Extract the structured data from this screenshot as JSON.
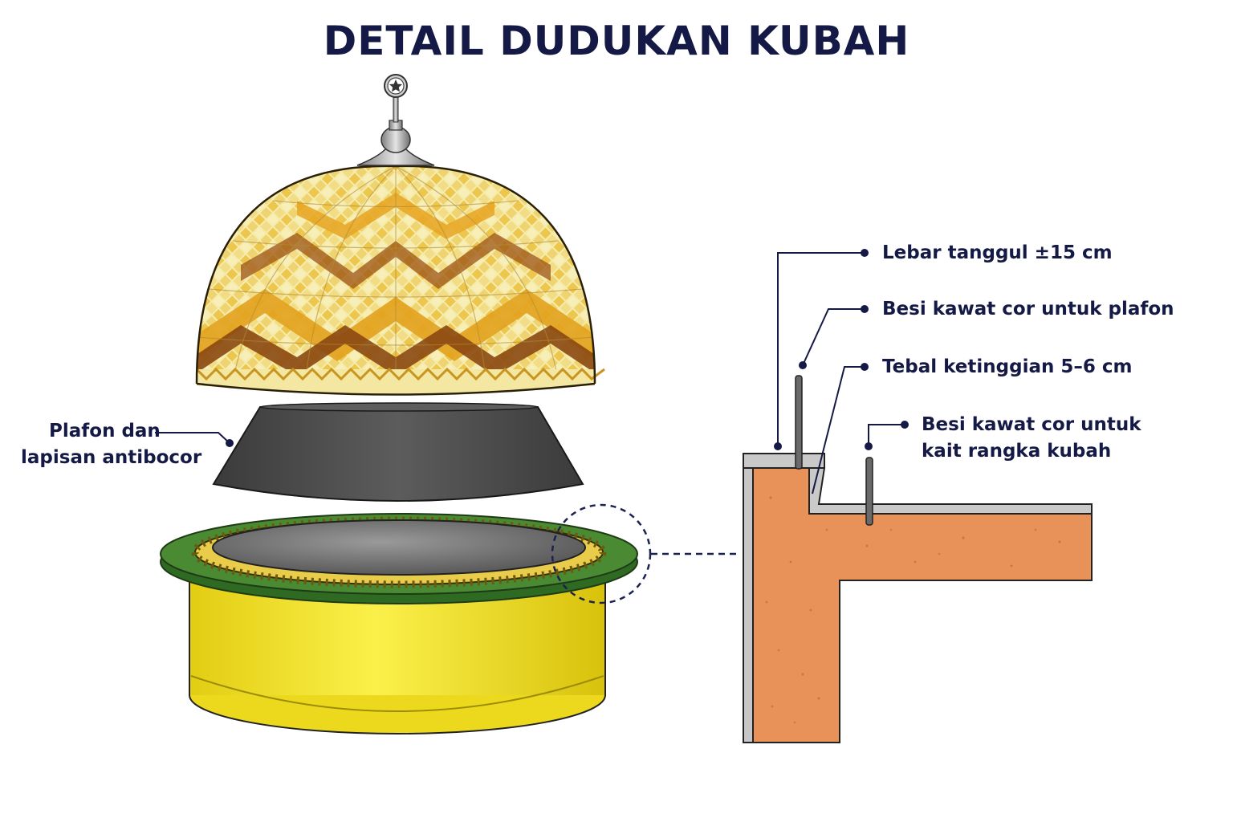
{
  "title": "DETAIL DUDUKAN KUBAH",
  "labels": {
    "plafon_line1": "Plafon dan",
    "plafon_line2": "lapisan antibocor",
    "lebar": "Lebar tanggul ±15 cm",
    "besi_plafon": "Besi kawat cor untuk plafon",
    "tebal": "Tebal ketinggian 5–6 cm",
    "besi_kait_line1": "Besi kawat cor untuk",
    "besi_kait_line2": "kait rangka kubah"
  },
  "colors": {
    "text": "#141a45",
    "dome_light": "#f5ebaa",
    "dome_mid": "#e6a422",
    "dome_dark": "#8c4a10",
    "plafon": "#4a4a4a",
    "ring": "#3e7d2c",
    "drum": "#f0e02a",
    "concrete": "#e8925a",
    "finish": "#c6c6c6"
  }
}
